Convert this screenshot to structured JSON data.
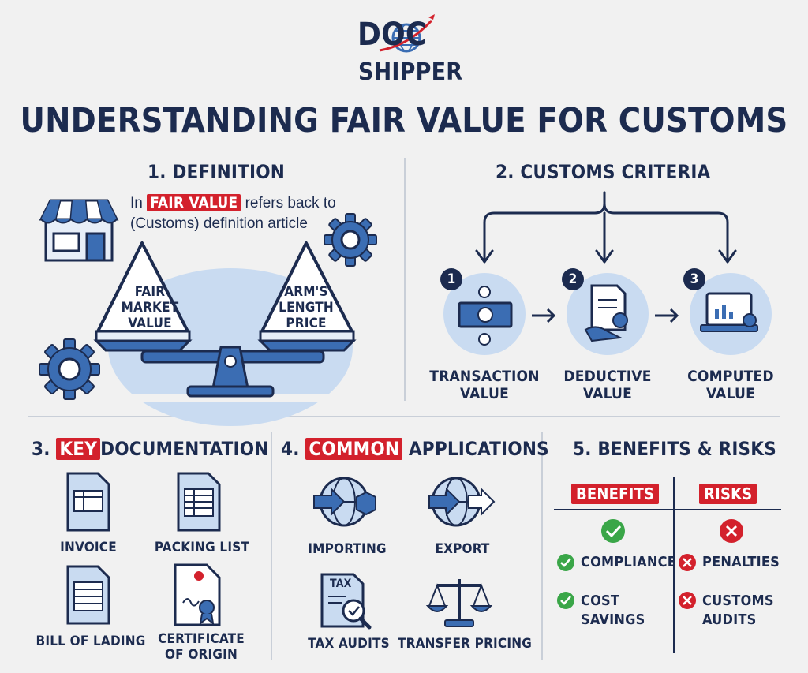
{
  "logo": {
    "line1": "DOC",
    "line2": "SHIPPER"
  },
  "title": "UNDERSTANDING FAIR VALUE FOR CUSTOMS",
  "definition": {
    "heading": "1. DEFINITION",
    "text_pre": "In",
    "text_highlight": "FAIR VALUE",
    "text_post": "refers back to",
    "text_line2": "(Customs) definition article",
    "left_pan": [
      "FAIR",
      "MARKET",
      "VALUE"
    ],
    "right_pan": [
      "ARM'S",
      "LENGTH",
      "PRICE"
    ]
  },
  "criteria": {
    "heading": "2. CUSTOMS CRITERIA",
    "items": [
      {
        "number": "1",
        "label_line1": "TRANSACTION",
        "label_line2": "VALUE"
      },
      {
        "number": "2",
        "label_line1": "DEDUCTIVE",
        "label_line2": "VALUE"
      },
      {
        "number": "3",
        "label_line1": "COMPUTED",
        "label_line2": "VALUE"
      }
    ]
  },
  "documentation": {
    "heading_pre": "3.",
    "heading_highlight": "KEY",
    "heading_post": "DOCUMENTATION",
    "items": [
      {
        "label_line1": "INVOICE",
        "label_line2": ""
      },
      {
        "label_line1": "PACKING LIST",
        "label_line2": ""
      },
      {
        "label_line1": "BILL OF LADING",
        "label_line2": ""
      },
      {
        "label_line1": "CERTIFICATE",
        "label_line2": "OF ORIGIN"
      }
    ]
  },
  "applications": {
    "heading_pre": "4.",
    "heading_highlight": "COMMON",
    "heading_post": "APPLICATIONS",
    "items": [
      {
        "label": "IMPORTING"
      },
      {
        "label": "EXPORT"
      },
      {
        "label": "TAX AUDITS",
        "icon_text": "TAX"
      },
      {
        "label": "TRANSFER PRICING"
      }
    ]
  },
  "benefits_risks": {
    "heading": "5. BENEFITS & RISKS",
    "benefits_label": "BENEFITS",
    "risks_label": "RISKS",
    "benefits": [
      {
        "line1": "COMPLIANCE",
        "line2": ""
      },
      {
        "line1": "COST",
        "line2": "SAVINGS"
      }
    ],
    "risks": [
      {
        "line1": "PENALTIES",
        "line2": ""
      },
      {
        "line1": "CUSTOMS",
        "line2": "AUDITS"
      }
    ]
  },
  "colors": {
    "navy": "#1c2b4f",
    "red": "#d3212c",
    "blue": "#3b6db3",
    "light_blue": "#c9dbf1",
    "green": "#3aa648"
  }
}
